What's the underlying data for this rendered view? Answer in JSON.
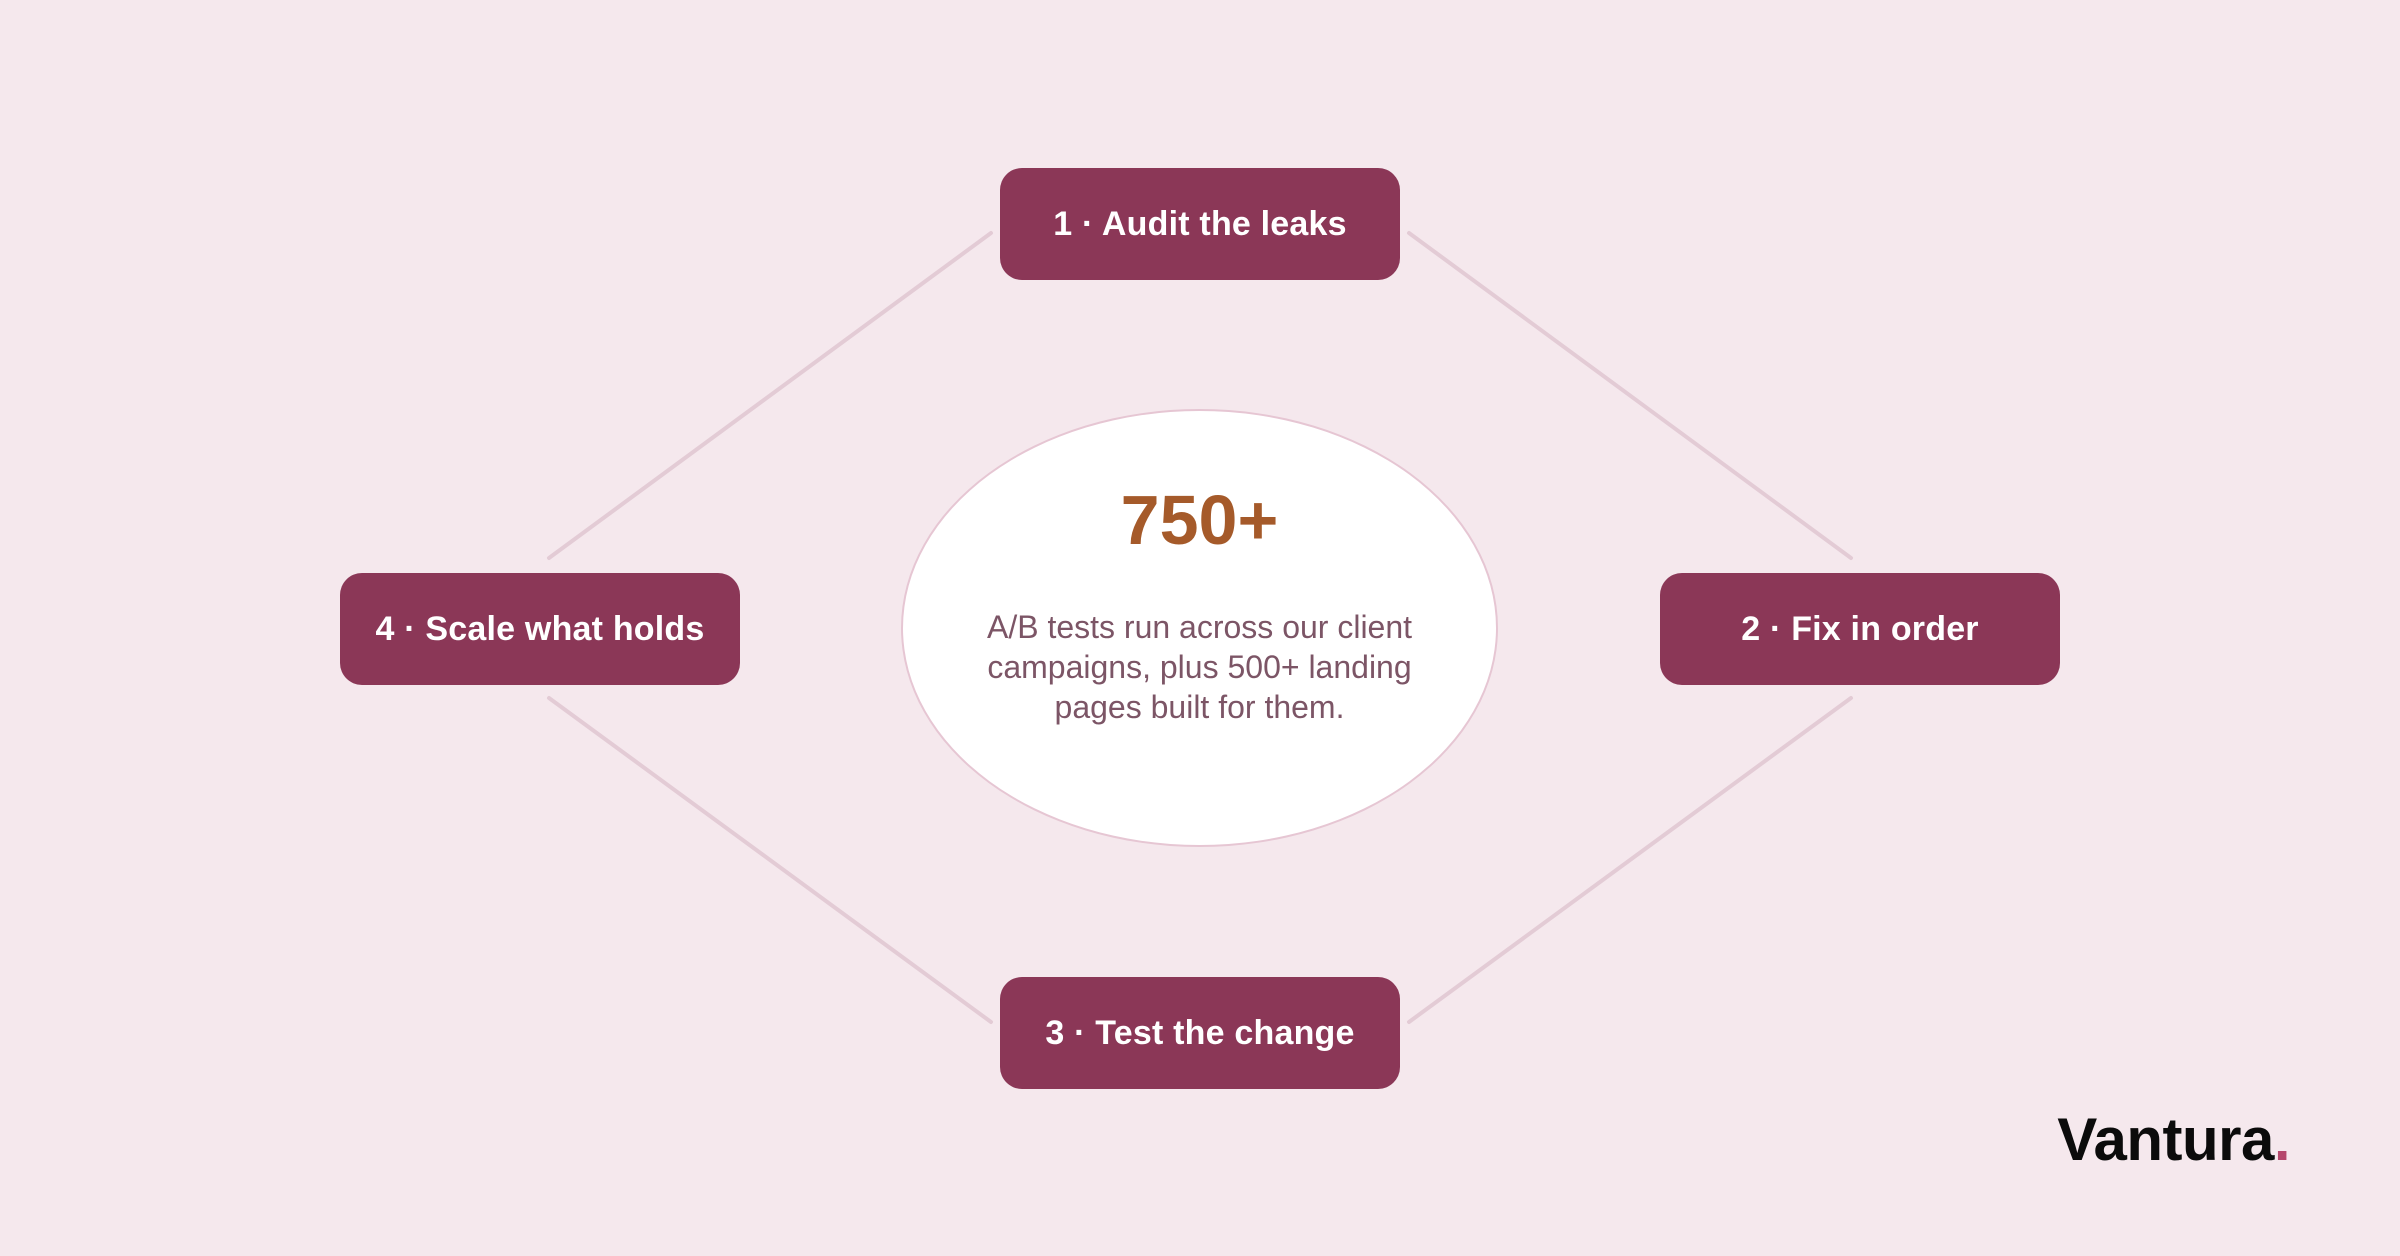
{
  "steps": [
    {
      "label": "1 · Audit the leaks"
    },
    {
      "label": "2 · Fix in order"
    },
    {
      "label": "3 · Test the change"
    },
    {
      "label": "4 · Scale what holds"
    }
  ],
  "hub": {
    "stat": "750+",
    "description": "A/B tests run across our client campaigns, plus 500+ landing pages built for them."
  },
  "brand": {
    "name": "Vantura",
    "dot": "."
  },
  "colors": {
    "background": "#f5e8ed",
    "step_fill": "#8b3757",
    "stat": "#a55a2a",
    "connector": "#e3cbd5",
    "brand_dot": "#b5476c"
  }
}
